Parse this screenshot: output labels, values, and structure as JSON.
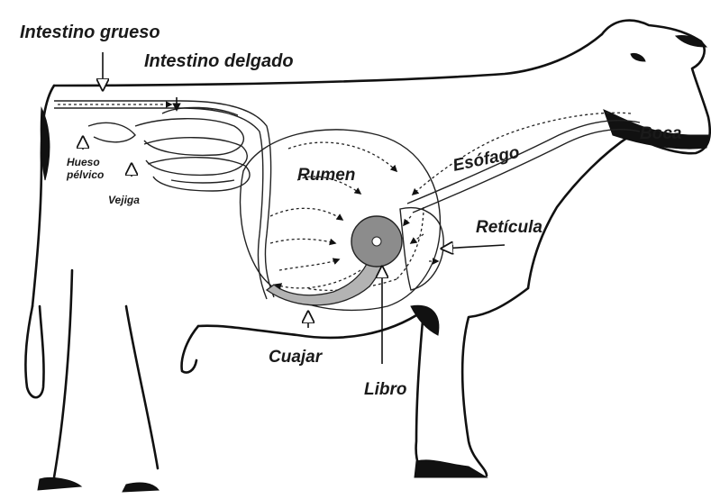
{
  "labels": {
    "intestino_grueso": "Intestino grueso",
    "intestino_delgado": "Intestino delgado",
    "hueso_pelvico_1": "Hueso",
    "hueso_pelvico_2": "pélvico",
    "vejiga": "Vejiga",
    "rumen": "Rumen",
    "esofago": "Esófago",
    "boca": "Boca",
    "reticula": "Retícula",
    "cuajar": "Cuajar",
    "libro": "Libro"
  },
  "colors": {
    "outline": "#111111",
    "abomasum_fill": "#b3b3b3",
    "omasum_fill": "#8c8c8c",
    "background": "#ffffff"
  }
}
